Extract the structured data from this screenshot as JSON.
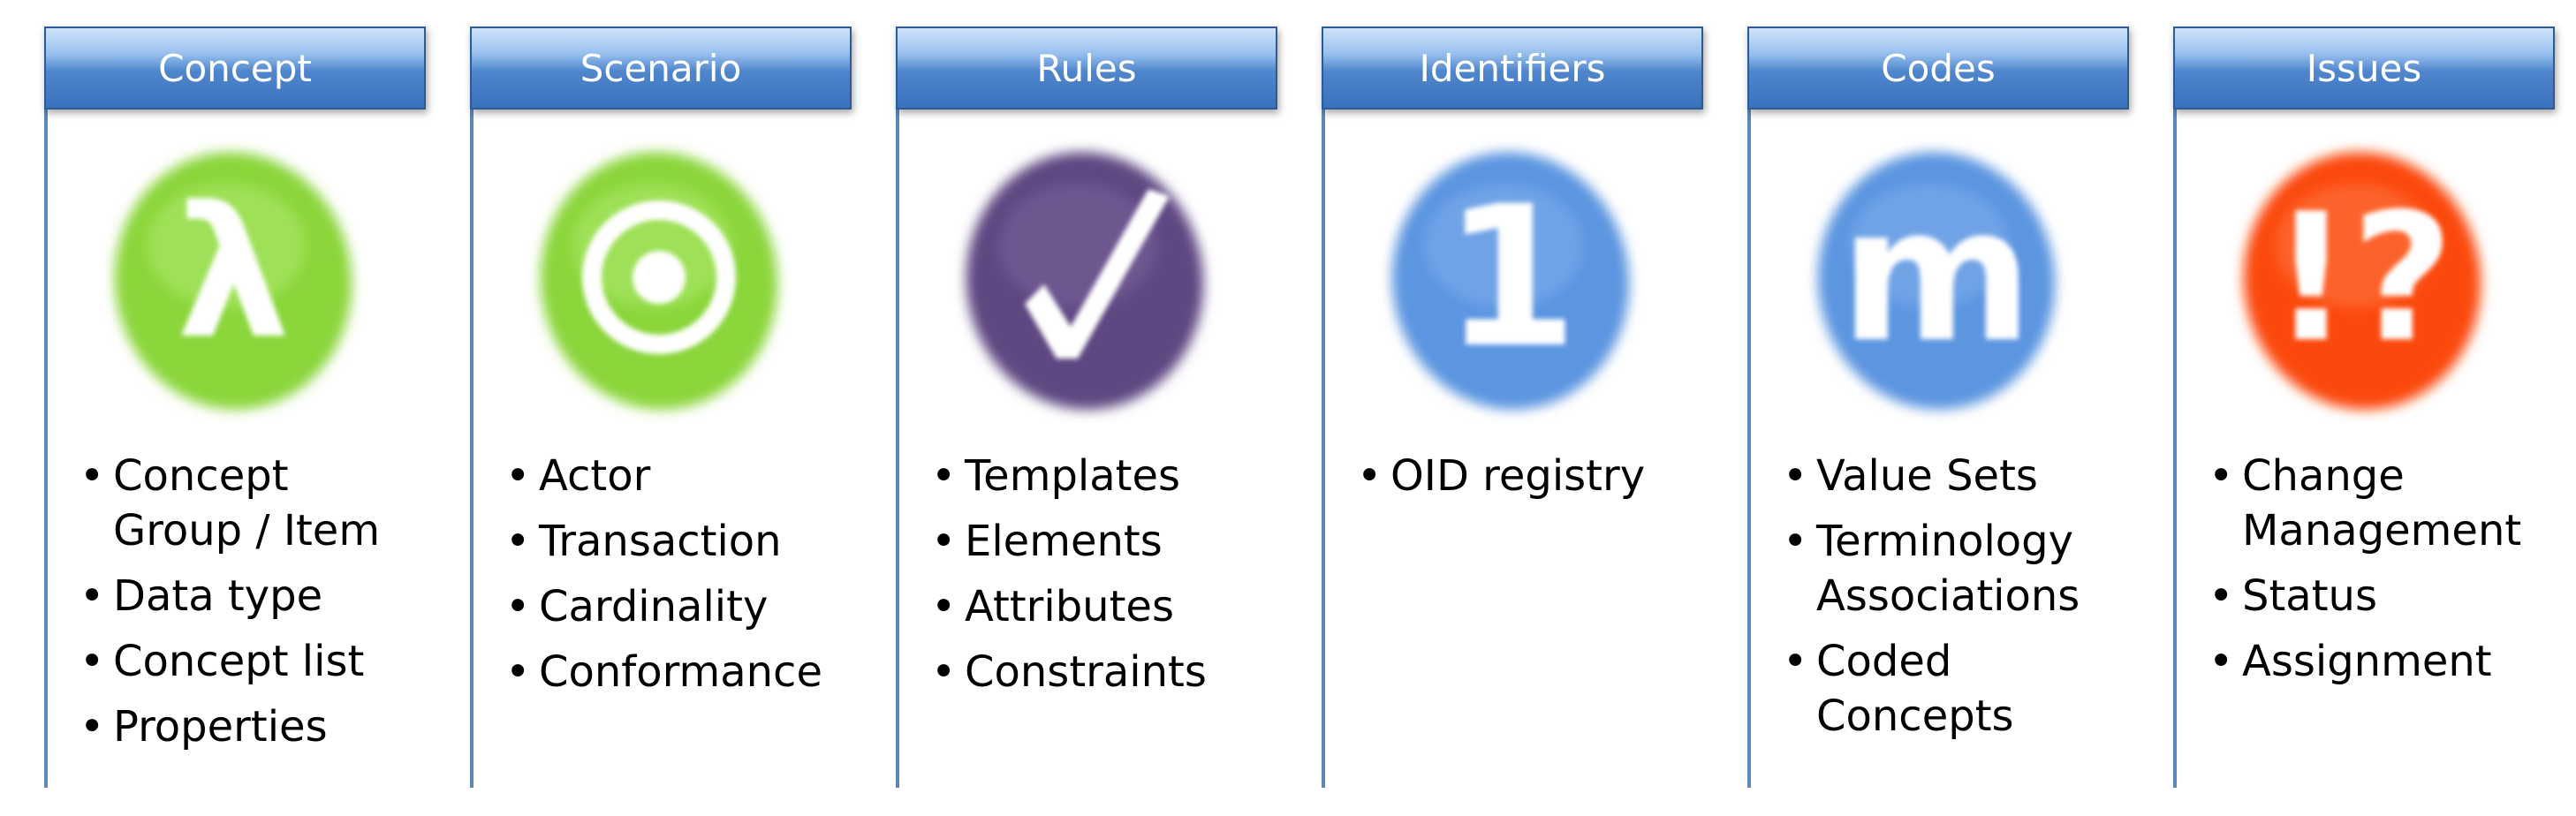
{
  "colors": {
    "header_blue": "#3a71bc",
    "green": "#8ad63a",
    "purple": "#5e4781",
    "blue": "#5b95e0",
    "red": "#fb4a10"
  },
  "columns": [
    {
      "title": "Concept",
      "icon": "lambda-icon",
      "glyph": "λ",
      "items": [
        "Concept Group / Item",
        "Data type",
        "Concept list",
        "Properties"
      ]
    },
    {
      "title": "Scenario",
      "icon": "target-icon",
      "glyph": "",
      "items": [
        "Actor",
        "Transaction",
        "Cardinality",
        "Conformance"
      ]
    },
    {
      "title": "Rules",
      "icon": "checkmark-icon",
      "glyph": "",
      "items": [
        "Templates",
        "Elements",
        "Attributes",
        "Constraints"
      ]
    },
    {
      "title": "Identifiers",
      "icon": "number-one-icon",
      "glyph": "1",
      "items": [
        "OID registry"
      ]
    },
    {
      "title": "Codes",
      "icon": "letter-m-icon",
      "glyph": "m",
      "items": [
        "Value Sets",
        "Terminology Associations",
        "Coded Concepts"
      ]
    },
    {
      "title": "Issues",
      "icon": "exclamation-question-icon",
      "glyph": "!?",
      "items": [
        "Change Management",
        "Status",
        "Assignment"
      ]
    }
  ]
}
